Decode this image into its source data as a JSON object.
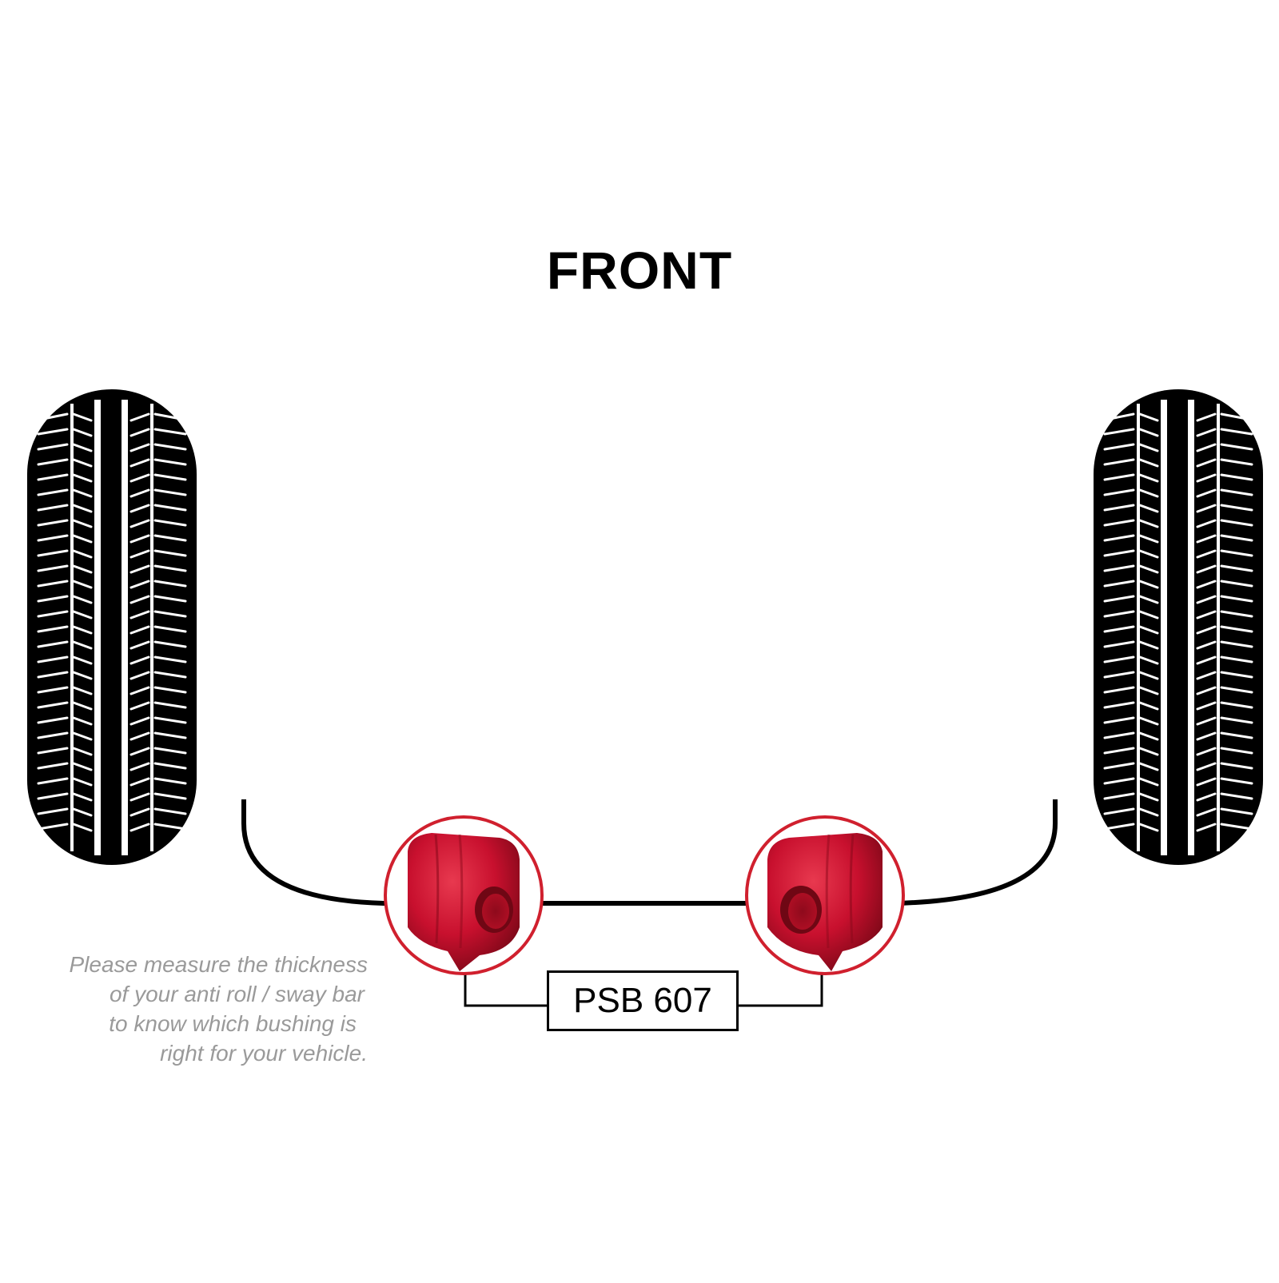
{
  "diagram": {
    "title": "FRONT",
    "part_number": "PSB 607",
    "note_lines": [
      "Please measure the thickness",
      "of your anti roll / sway bar",
      "to know which bushing is",
      "right for your vehicle."
    ],
    "colors": {
      "tyre": "#000000",
      "tread": "#ffffff",
      "bushing": "#c8102e",
      "bushing_dark": "#8e0a1c",
      "ring": "#d0202e",
      "line": "#000000",
      "note_text": "#9a9a9a"
    },
    "icons": {
      "left_wheel": "tyre-icon",
      "right_wheel": "tyre-icon",
      "bushing": "bushing-icon"
    }
  }
}
